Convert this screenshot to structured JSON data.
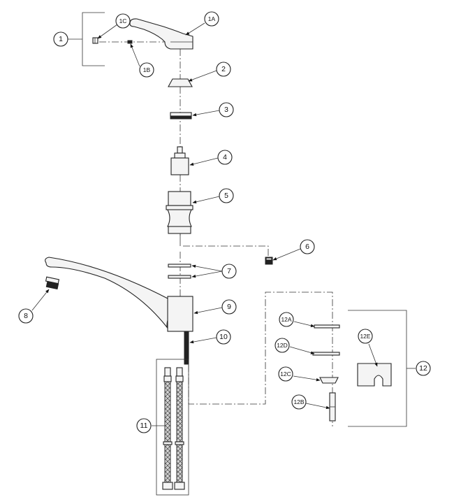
{
  "diagram": {
    "labels": {
      "p1": "1",
      "p1A": "1A",
      "p1B": "1B",
      "p1C": "1C",
      "p2": "2",
      "p3": "3",
      "p4": "4",
      "p5": "5",
      "p6": "6",
      "p7": "7",
      "p8": "8",
      "p9": "9",
      "p10": "10",
      "p11": "11",
      "p12": "12",
      "p12A": "12A",
      "p12B": "12B",
      "p12C": "12C",
      "p12D": "12D",
      "p12E": "12E"
    }
  }
}
